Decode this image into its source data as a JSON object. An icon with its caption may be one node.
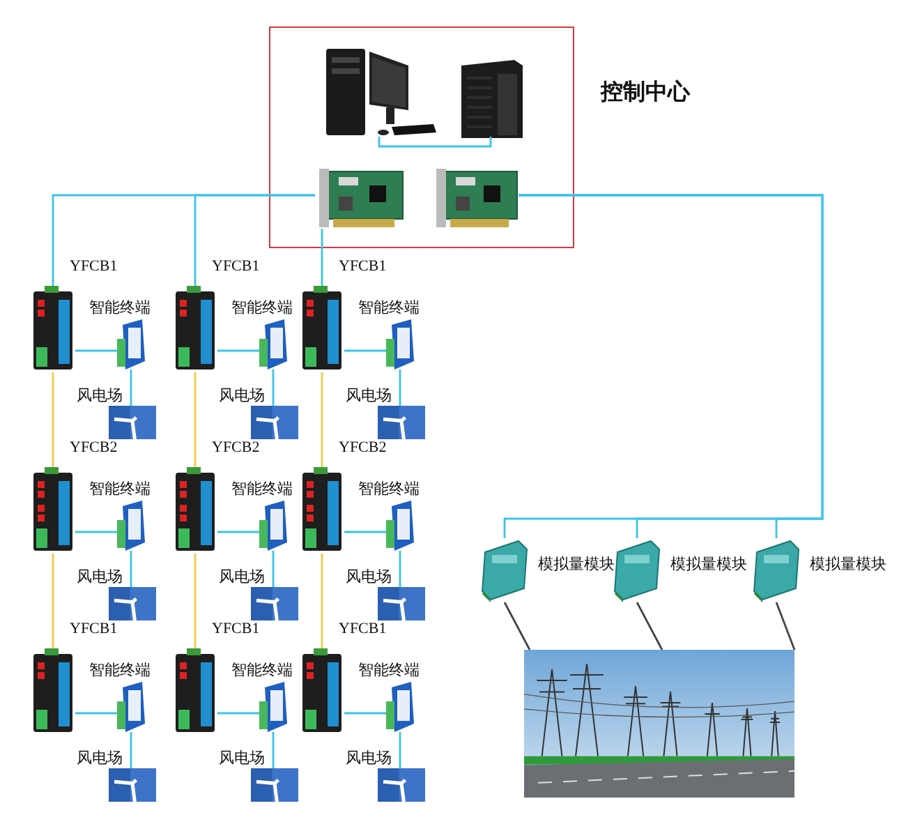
{
  "diagram": {
    "nodes": [
      {
        "text": [
          "控制中心"
        ]
      },
      {
        "text": [],
        "shape": "picture",
        "in": 0
      },
      {
        "text": [],
        "shape": "picture",
        "in": 0
      },
      {
        "text": [],
        "shape": "picture",
        "in": 0
      },
      {
        "text": [],
        "shape": "picture",
        "in": 0
      },
      {
        "text": [
          "YFCB1"
        ]
      },
      {
        "text": [
          "智能终端"
        ]
      },
      {
        "text": [
          "风电场"
        ]
      },
      {
        "text": [
          "YFCB1"
        ]
      },
      {
        "text": [
          "智能终端"
        ]
      },
      {
        "text": [
          "风电场"
        ]
      },
      {
        "text": [
          "YFCB1"
        ]
      },
      {
        "text": [
          "智能终端"
        ]
      },
      {
        "text": [
          "风电场"
        ]
      },
      {
        "text": [
          "YFCB2"
        ]
      },
      {
        "text": [
          "智能终端"
        ]
      },
      {
        "text": [
          "风电场"
        ]
      },
      {
        "text": [
          "YFCB2"
        ]
      },
      {
        "text": [
          "智能终端"
        ]
      },
      {
        "text": [
          "风电场"
        ]
      },
      {
        "text": [
          "YFCB2"
        ]
      },
      {
        "text": [
          "智能终端"
        ]
      },
      {
        "text": [
          "风电场"
        ]
      },
      {
        "text": [
          "YFCB1"
        ]
      },
      {
        "text": [
          "智能终端"
        ]
      },
      {
        "text": [
          "风电场"
        ]
      },
      {
        "text": [
          "YFCB1"
        ]
      },
      {
        "text": [
          "智能终端"
        ]
      },
      {
        "text": [
          "风电场"
        ]
      },
      {
        "text": [
          "YFCB1"
        ]
      },
      {
        "text": [
          "智能终端"
        ]
      },
      {
        "text": [
          "风电场"
        ]
      },
      {
        "text": [
          "模拟量模块"
        ]
      },
      {
        "text": [
          "模拟量模块"
        ]
      },
      {
        "text": [
          "模拟量模块"
        ]
      },
      {
        "text": [],
        "shape": "picture"
      }
    ],
    "edges": [
      {
        "from": 1,
        "to": 2,
        "arrow": "none"
      },
      {
        "from": 3,
        "to": 5,
        "arrow": "none"
      },
      {
        "from": 3,
        "to": 8,
        "arrow": "none"
      },
      {
        "from": 3,
        "to": 11,
        "arrow": "none"
      },
      {
        "from": 4,
        "to": 32,
        "arrow": "none"
      },
      {
        "from": 4,
        "to": 33,
        "arrow": "none"
      },
      {
        "from": 4,
        "to": 34,
        "arrow": "none"
      },
      {
        "from": 5,
        "to": 6,
        "arrow": "none"
      },
      {
        "from": 6,
        "to": 7,
        "arrow": "none"
      },
      {
        "from": 8,
        "to": 9,
        "arrow": "none"
      },
      {
        "from": 9,
        "to": 10,
        "arrow": "none"
      },
      {
        "from": 11,
        "to": 12,
        "arrow": "none"
      },
      {
        "from": 12,
        "to": 13,
        "arrow": "none"
      },
      {
        "from": 14,
        "to": 15,
        "arrow": "none"
      },
      {
        "from": 15,
        "to": 16,
        "arrow": "none"
      },
      {
        "from": 17,
        "to": 18,
        "arrow": "none"
      },
      {
        "from": 18,
        "to": 19,
        "arrow": "none"
      },
      {
        "from": 20,
        "to": 21,
        "arrow": "none"
      },
      {
        "from": 21,
        "to": 22,
        "arrow": "none"
      },
      {
        "from": 23,
        "to": 24,
        "arrow": "none"
      },
      {
        "from": 24,
        "to": 25,
        "arrow": "none"
      },
      {
        "from": 26,
        "to": 27,
        "arrow": "none"
      },
      {
        "from": 27,
        "to": 28,
        "arrow": "none"
      },
      {
        "from": 29,
        "to": 30,
        "arrow": "none"
      },
      {
        "from": 30,
        "to": 31,
        "arrow": "none"
      },
      {
        "from": 5,
        "to": 14,
        "arrow": "none",
        "color": "#f2c94c"
      },
      {
        "from": 8,
        "to": 17,
        "arrow": "none",
        "color": "#f2c94c"
      },
      {
        "from": 11,
        "to": 20,
        "arrow": "none",
        "color": "#f2c94c"
      },
      {
        "from": 14,
        "to": 23,
        "arrow": "none",
        "color": "#f2c94c"
      },
      {
        "from": 17,
        "to": 26,
        "arrow": "none",
        "color": "#f2c94c"
      },
      {
        "from": 20,
        "to": 29,
        "arrow": "none",
        "color": "#f2c94c"
      },
      {
        "from": 32,
        "to": 35,
        "arrow": "none",
        "color": "#444444"
      },
      {
        "from": 33,
        "to": 35,
        "arrow": "none",
        "color": "#444444"
      },
      {
        "from": 34,
        "to": 35,
        "arrow": "none",
        "color": "#444444"
      }
    ]
  }
}
